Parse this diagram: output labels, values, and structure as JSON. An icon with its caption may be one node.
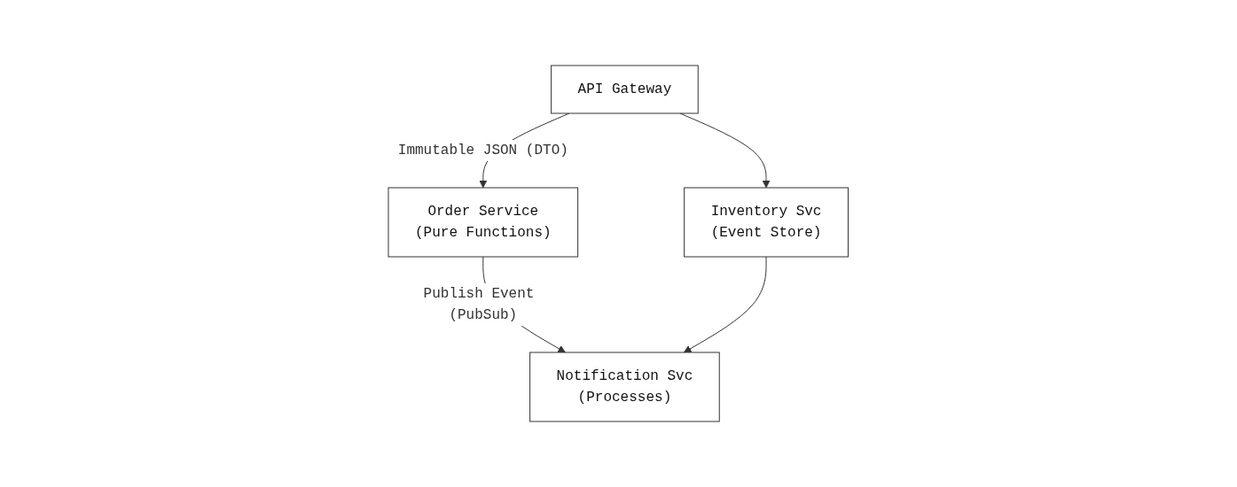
{
  "diagram": {
    "nodes": [
      {
        "text": [
          "API Gateway"
        ]
      },
      {
        "text": [
          "Order Service",
          "(Pure Functions)"
        ]
      },
      {
        "text": [
          "Inventory Svc",
          "(Event Store)"
        ]
      },
      {
        "text": [
          "Notification Svc",
          "(Processes)"
        ]
      }
    ],
    "edges": [
      {
        "from": 0,
        "to": 1,
        "arrow": "to",
        "label": "Immutable JSON (DTO)"
      },
      {
        "from": 0,
        "to": 2,
        "arrow": "to"
      },
      {
        "from": 1,
        "to": 3,
        "arrow": "to",
        "label": "Publish Event (PubSub)"
      },
      {
        "from": 2,
        "to": 3,
        "arrow": "to"
      }
    ]
  }
}
